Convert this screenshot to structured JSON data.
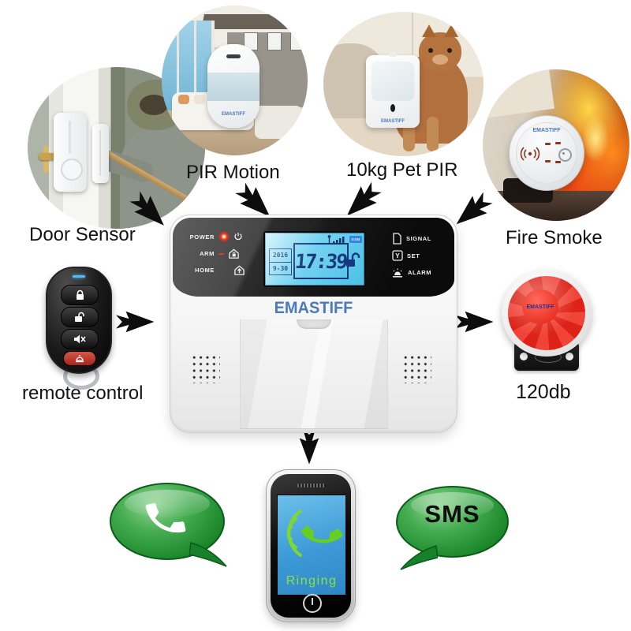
{
  "labels": {
    "door_sensor": "Door Sensor",
    "pir_motion": "PIR Motion",
    "pet_pir": "10kg Pet PIR",
    "fire_smoke": "Fire Smoke",
    "remote_control": "remote control",
    "siren_db": "120db",
    "sms": "SMS"
  },
  "panel": {
    "brand": "EMASTIFF",
    "left_buttons": [
      {
        "label": "POWER",
        "icon": "power-icon",
        "led": "red-glow"
      },
      {
        "label": "ARM",
        "icon": "house-lock-icon",
        "led": "red-dash"
      },
      {
        "label": "HOME",
        "icon": "house-arrow-icon",
        "led": "none"
      }
    ],
    "right_buttons": [
      {
        "label": "SIGNAL",
        "icon": "sim-card-icon",
        "icon_glyph": ""
      },
      {
        "label": "SET",
        "icon": "set-box-icon",
        "icon_glyph": "Y"
      },
      {
        "label": "ALARM",
        "icon": "siren-dome-icon",
        "icon_glyph": ""
      }
    ],
    "lcd": {
      "time": "17:39",
      "date_year": "2016",
      "date_day": "9-30",
      "network_badge": "GSM",
      "status_icons": [
        "antenna-signal-icon",
        "open-padlock-icon"
      ]
    }
  },
  "devices": {
    "brand": "EMASTIFF",
    "remote_button_icons": [
      "lock-icon",
      "unlock-icon",
      "mute-icon",
      "bell-icon"
    ]
  },
  "phone": {
    "status": "Ringing",
    "icons": [
      "sound-waves-icon",
      "ringing-handset-icon",
      "power-home-icon"
    ]
  },
  "bubbles": {
    "call_icon": "telephone-handset-icon"
  },
  "colors": {
    "background": "#ffffff",
    "label_text": "#121212",
    "arrow": "#0d0d0d",
    "brand_blue": "#4b7ab6",
    "lcd_background": "#74d2ef",
    "lcd_ink": "#16397e",
    "led_red": "#ff2015",
    "bubble_green": "#2f9e3f",
    "siren_red": "#e82a20",
    "phone_screen_blue": "#3d9ad6",
    "ringing_green": "#8ce03c"
  }
}
